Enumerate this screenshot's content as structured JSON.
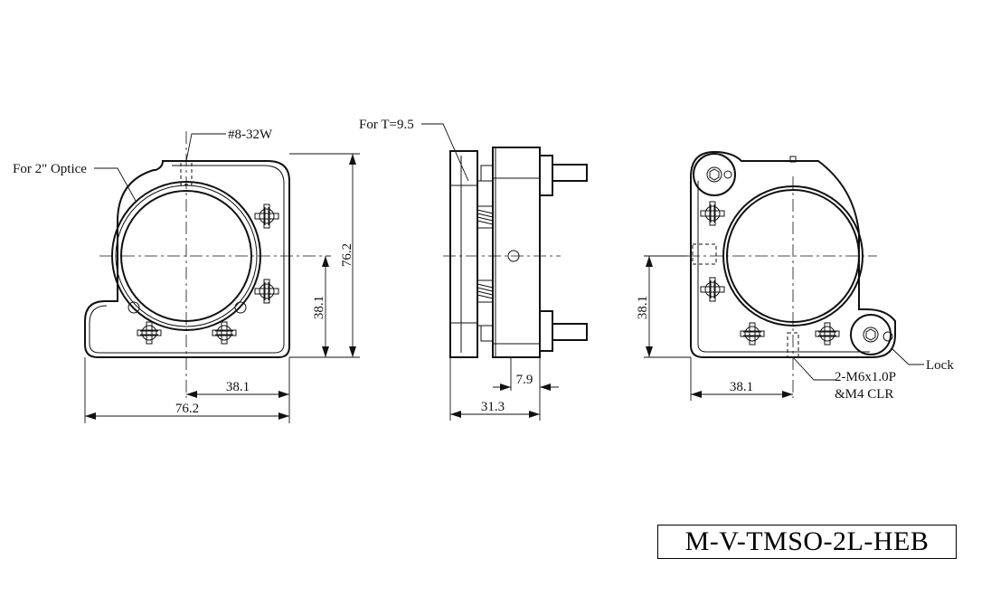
{
  "front_view": {
    "dim_width": "76.2",
    "dim_center_x": "38.1",
    "dim_height": "76.2",
    "dim_center_y": "38.1",
    "label_optic": "For 2\" Optice",
    "label_tap": "#8-32W"
  },
  "side_view": {
    "label_thickness": "For T=9.5",
    "dim_depth": "31.3",
    "dim_offset": "7.9"
  },
  "rear_view": {
    "dim_center_x": "38.1",
    "dim_center_y": "38.1",
    "label_lock": "Lock",
    "label_holes_line1": "2-M6x1.0P",
    "label_holes_line2": "&M4 CLR"
  },
  "model_number": "M-V-TMSO-2L-HEB"
}
